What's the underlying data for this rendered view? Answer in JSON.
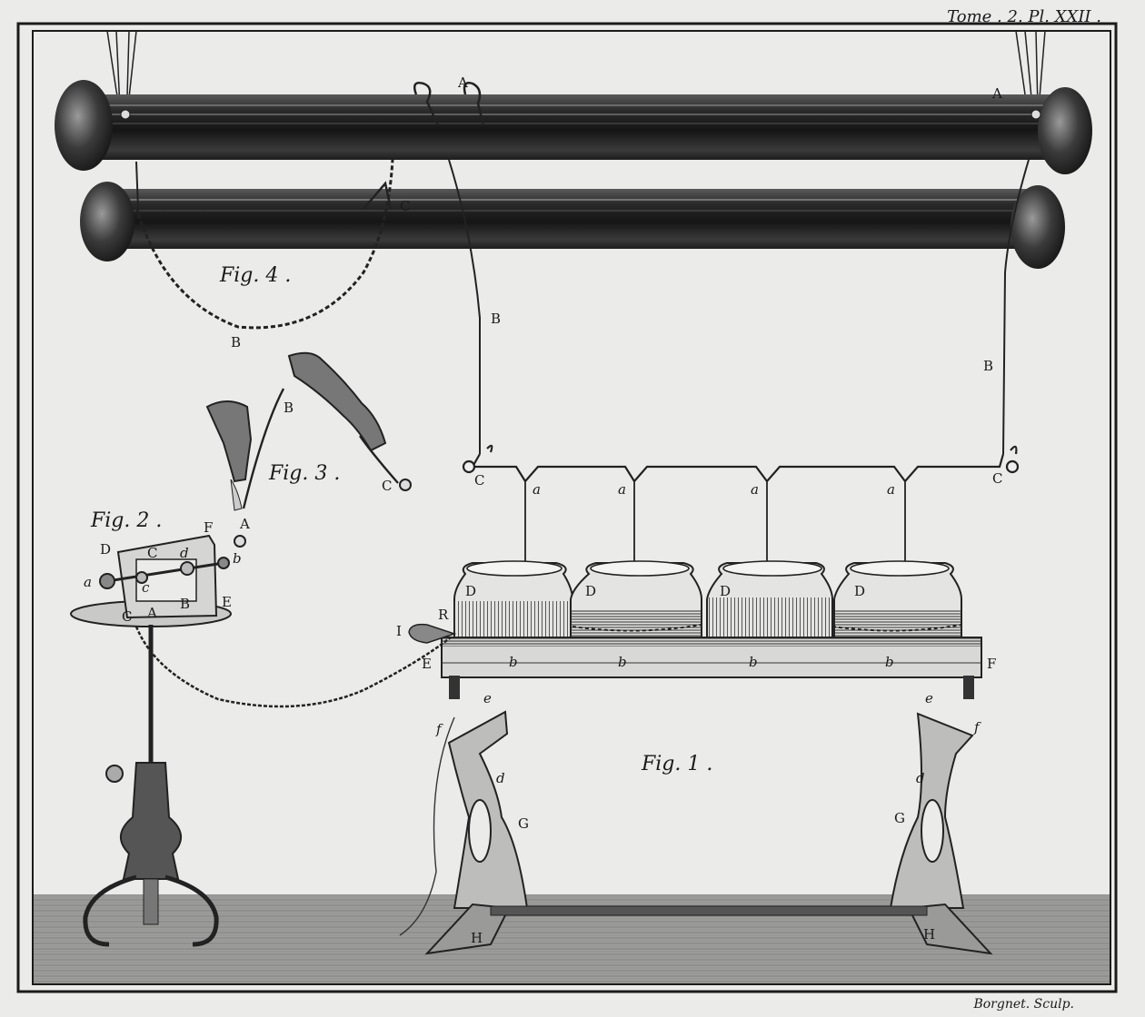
{
  "plate": {
    "header": "Tome . 2. Pl. XXII .",
    "engraver": "Borgnet. Sculp."
  },
  "figures": {
    "fig1": "Fig. 1 .",
    "fig2": "Fig. 2 .",
    "fig3": "Fig. 3 .",
    "fig4": "Fig. 4 ."
  },
  "labels": {
    "A": "A",
    "B": "B",
    "C": "C",
    "D": "D",
    "E": "E",
    "F": "F",
    "G": "G",
    "H": "H",
    "I": "I",
    "R": "R",
    "a": "a",
    "b": "b",
    "c": "c",
    "d": "d",
    "e": "e",
    "f": "f"
  }
}
